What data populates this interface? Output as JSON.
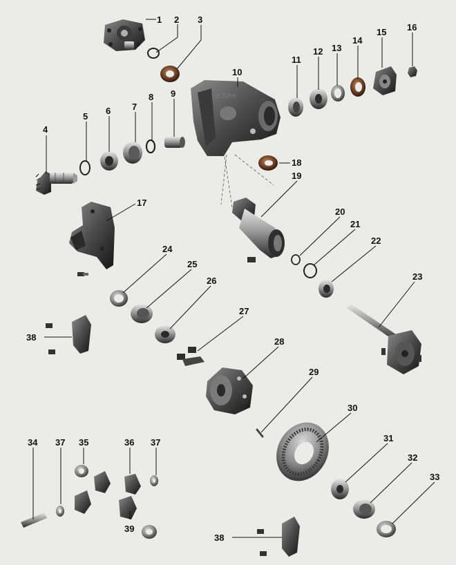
{
  "diagram": {
    "brand_mark": "А.Т.Р.®",
    "parts": [
      {
        "id": "1",
        "label": "1"
      },
      {
        "id": "2",
        "label": "2"
      },
      {
        "id": "3",
        "label": "3"
      },
      {
        "id": "4",
        "label": "4"
      },
      {
        "id": "5",
        "label": "5"
      },
      {
        "id": "6",
        "label": "6"
      },
      {
        "id": "7",
        "label": "7"
      },
      {
        "id": "8",
        "label": "8"
      },
      {
        "id": "9",
        "label": "9"
      },
      {
        "id": "10",
        "label": "10"
      },
      {
        "id": "11",
        "label": "11"
      },
      {
        "id": "12",
        "label": "12"
      },
      {
        "id": "13",
        "label": "13"
      },
      {
        "id": "14",
        "label": "14"
      },
      {
        "id": "15",
        "label": "15"
      },
      {
        "id": "16",
        "label": "16"
      },
      {
        "id": "17",
        "label": "17"
      },
      {
        "id": "18",
        "label": "18"
      },
      {
        "id": "19",
        "label": "19"
      },
      {
        "id": "20",
        "label": "20"
      },
      {
        "id": "21",
        "label": "21"
      },
      {
        "id": "22",
        "label": "22"
      },
      {
        "id": "23",
        "label": "23"
      },
      {
        "id": "24",
        "label": "24"
      },
      {
        "id": "25",
        "label": "25"
      },
      {
        "id": "26",
        "label": "26"
      },
      {
        "id": "27",
        "label": "27"
      },
      {
        "id": "28",
        "label": "28"
      },
      {
        "id": "29",
        "label": "29"
      },
      {
        "id": "30",
        "label": "30"
      },
      {
        "id": "31",
        "label": "31"
      },
      {
        "id": "32",
        "label": "32"
      },
      {
        "id": "33",
        "label": "33"
      },
      {
        "id": "34",
        "label": "34"
      },
      {
        "id": "35",
        "label": "35"
      },
      {
        "id": "36",
        "label": "36"
      },
      {
        "id": "37a",
        "label": "37"
      },
      {
        "id": "37b",
        "label": "37"
      },
      {
        "id": "38a",
        "label": "38"
      },
      {
        "id": "38b",
        "label": "38"
      },
      {
        "id": "39",
        "label": "39"
      }
    ]
  }
}
